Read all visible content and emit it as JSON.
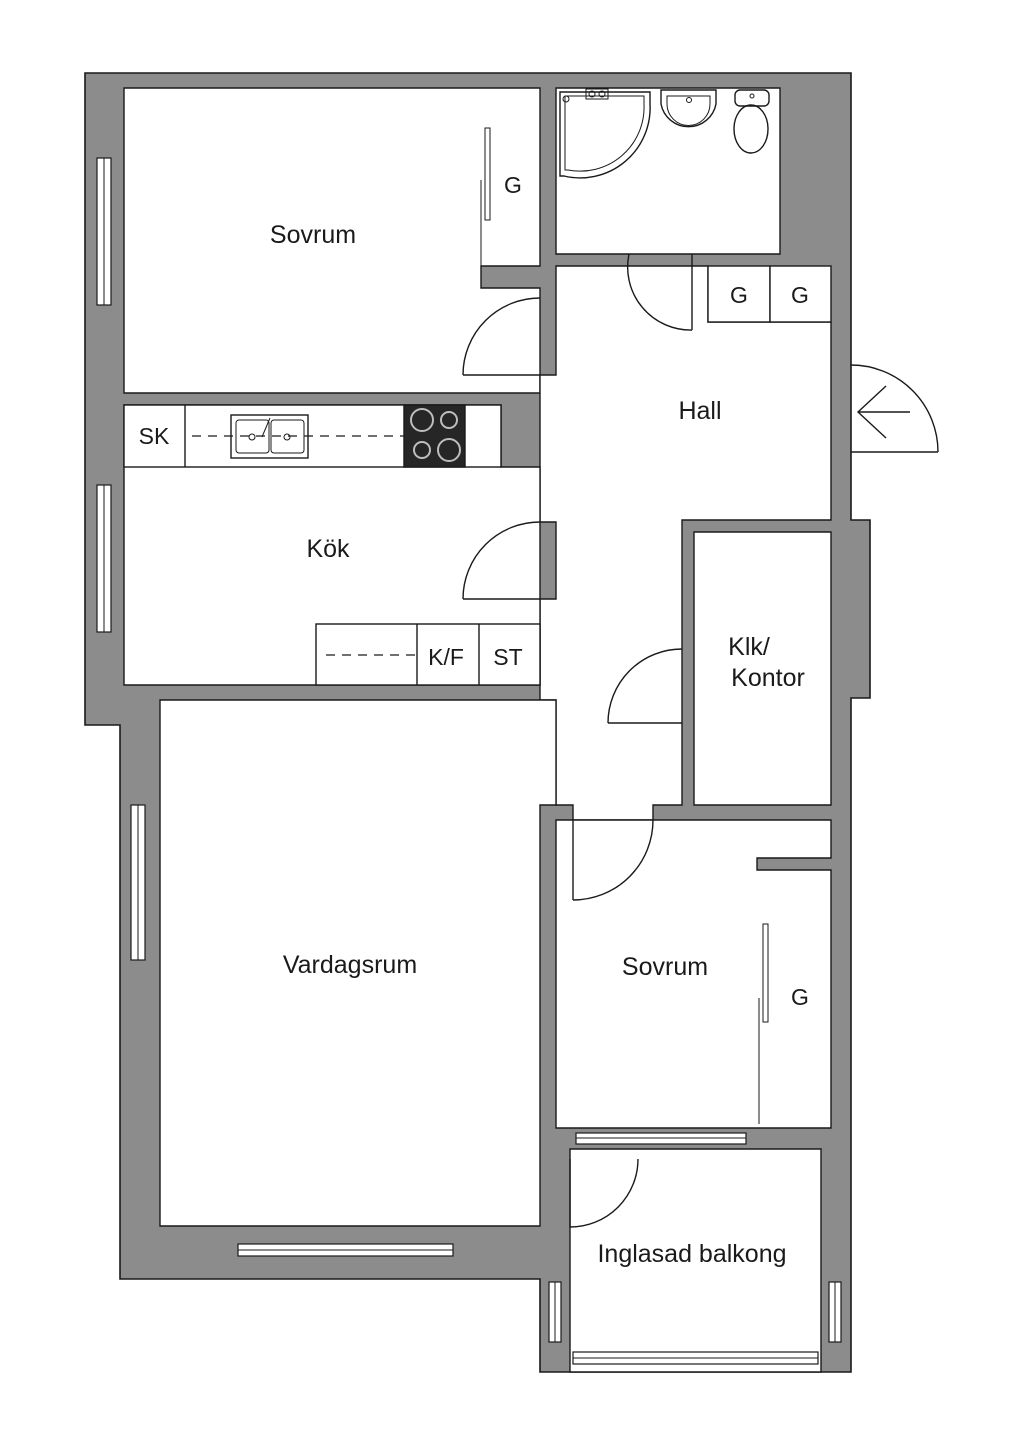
{
  "rooms": {
    "sovrum_top": "Sovrum",
    "hall": "Hall",
    "kok": "Kök",
    "klk_line1": "Klk/",
    "klk_line2": "Kontor",
    "vardagsrum": "Vardagsrum",
    "sovrum_bottom": "Sovrum",
    "balkong": "Inglasad balkong"
  },
  "fixtures": {
    "wardrobe_top": "G",
    "wardrobe_hall_1": "G",
    "wardrobe_hall_2": "G",
    "wardrobe_bottom": "G",
    "sink_cabinet": "SK",
    "fridge_freezer": "K/F",
    "storage": "ST"
  },
  "icons": {
    "entrance": "arrow-left-icon"
  }
}
